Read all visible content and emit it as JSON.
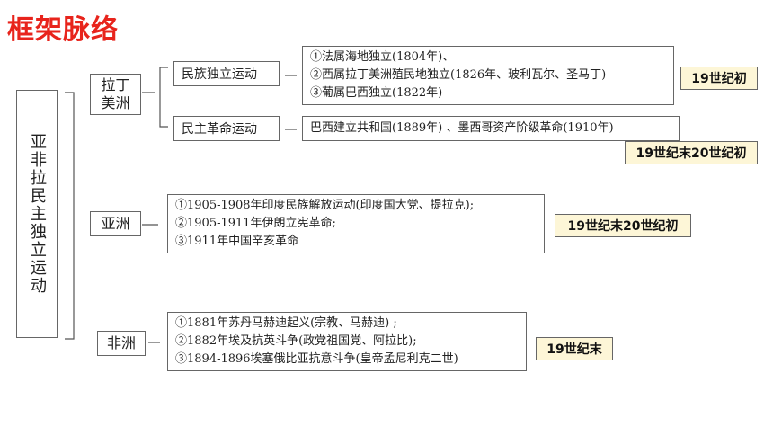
{
  "title": "框架脉络",
  "root": "亚非拉民主独立运动",
  "latin": {
    "region": [
      "拉丁",
      "美洲"
    ],
    "topic1": "民族独立运动",
    "topic1_lines": [
      "①法属海地独立(1804年)、",
      "②西属拉丁美洲殖民地独立(1826年、玻利瓦尔、圣马丁)",
      "③葡属巴西独立(1822年)"
    ],
    "topic1_tag": "19世纪初",
    "topic2": "民主革命运动",
    "topic2_line": "巴西建立共和国(1889年) 、墨西哥资产阶级革命(1910年)",
    "topic2_tag": "19世纪末20世纪初"
  },
  "asia": {
    "region": "亚洲",
    "lines": [
      "①1905-1908年印度民族解放运动(印度国大党、提拉克);",
      "②1905-1911年伊朗立宪革命;",
      "③1911年中国辛亥革命"
    ],
    "tag": "19世纪末20世纪初"
  },
  "africa": {
    "region": "非洲",
    "lines": [
      "①1881年苏丹马赫迪起义(宗教、马赫迪) ;",
      "②1882年埃及抗英斗争(政党祖国党、阿拉比);",
      "③1894-1896埃塞俄比亚抗意斗争(皇帝孟尼利克二世)"
    ],
    "tag": "19世纪末"
  }
}
